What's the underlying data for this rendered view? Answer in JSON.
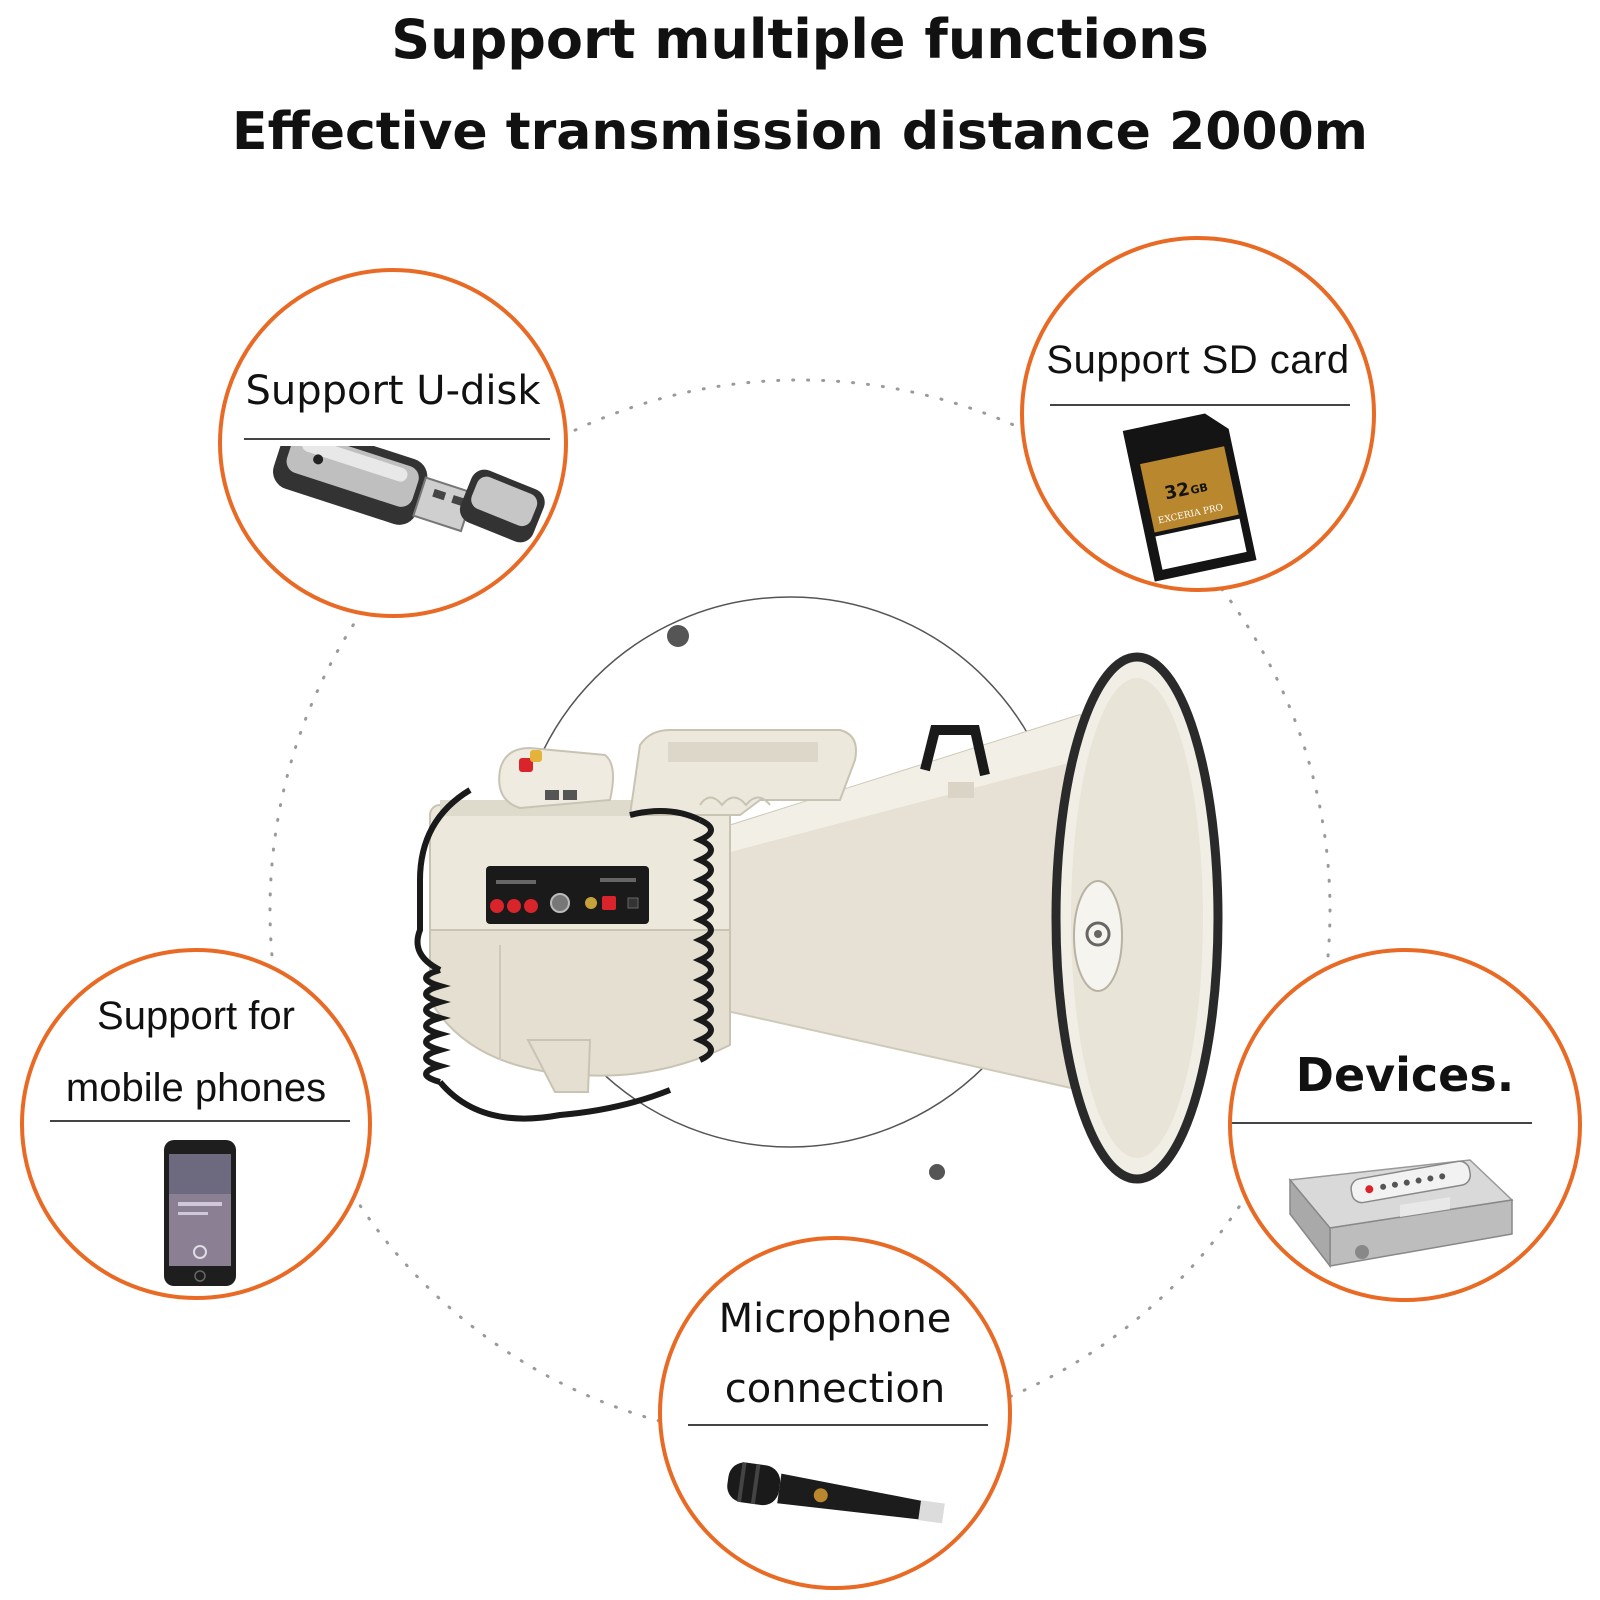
{
  "header": {
    "line1": "Support multiple functions",
    "line2": "Effective transmission distance 2000m"
  },
  "features": [
    {
      "id": "udisk",
      "lines": [
        "Support U-disk"
      ],
      "icon": "usb-flash-drive-icon"
    },
    {
      "id": "sd",
      "lines": [
        "Support SD card"
      ],
      "icon": "sd-card-icon",
      "card_text": {
        "capacity": "32",
        "unit": "GB",
        "brand": "EXCERIA PRO"
      }
    },
    {
      "id": "phone",
      "lines": [
        "Support for",
        "mobile phones"
      ],
      "icon": "smartphone-icon"
    },
    {
      "id": "devices",
      "lines": [
        "Devices."
      ],
      "icon": "set-top-box-remote-icon"
    },
    {
      "id": "mic",
      "lines": [
        "Microphone",
        "connection"
      ],
      "icon": "microphone-icon"
    }
  ],
  "colors": {
    "accent": "#e86a24",
    "product_body": "#ece8dc",
    "product_dark": "#1a1a1a",
    "button_red": "#d8242a"
  }
}
